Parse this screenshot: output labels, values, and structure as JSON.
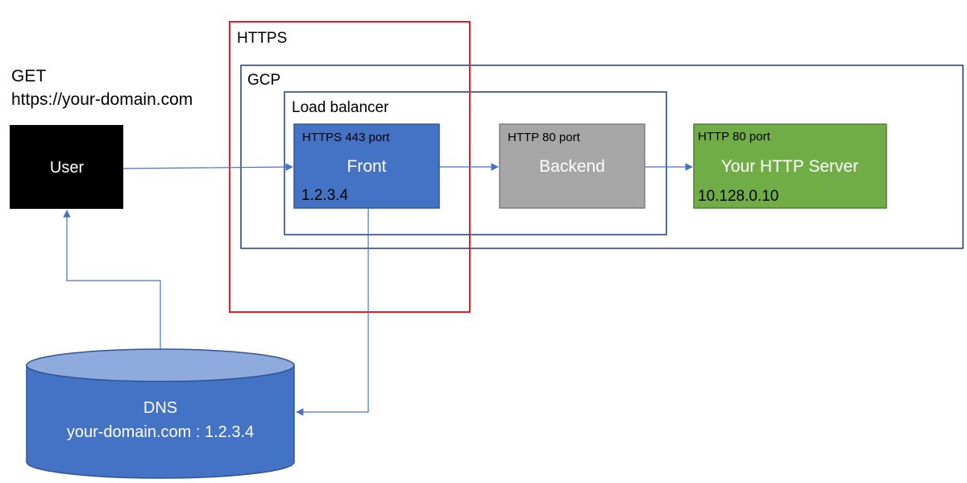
{
  "request": {
    "method": "GET",
    "url": "https://your-domain.com"
  },
  "user": {
    "label": "User"
  },
  "regions": {
    "https": "HTTPS",
    "gcp": "GCP",
    "load_balancer": "Load balancer"
  },
  "front": {
    "port": "HTTPS 443 port",
    "label": "Front",
    "ip": "1.2.3.4"
  },
  "backend": {
    "port": "HTTP 80 port",
    "label": "Backend"
  },
  "server": {
    "port": "HTTP 80 port",
    "label": "Your HTTP Server",
    "ip": "10.128.0.10"
  },
  "dns": {
    "label": "DNS",
    "record": "your-domain.com : 1.2.3.4"
  },
  "colors": {
    "https_border": "#e02020",
    "gcp_border": "#1f3b7a",
    "front_fill": "#4472c4",
    "backend_fill": "#a6a6a6",
    "server_fill": "#70ad47",
    "user_fill": "#000000",
    "dns_fill": "#4472c4",
    "dns_top": "#8faadc",
    "arrow": "#4472c4"
  }
}
